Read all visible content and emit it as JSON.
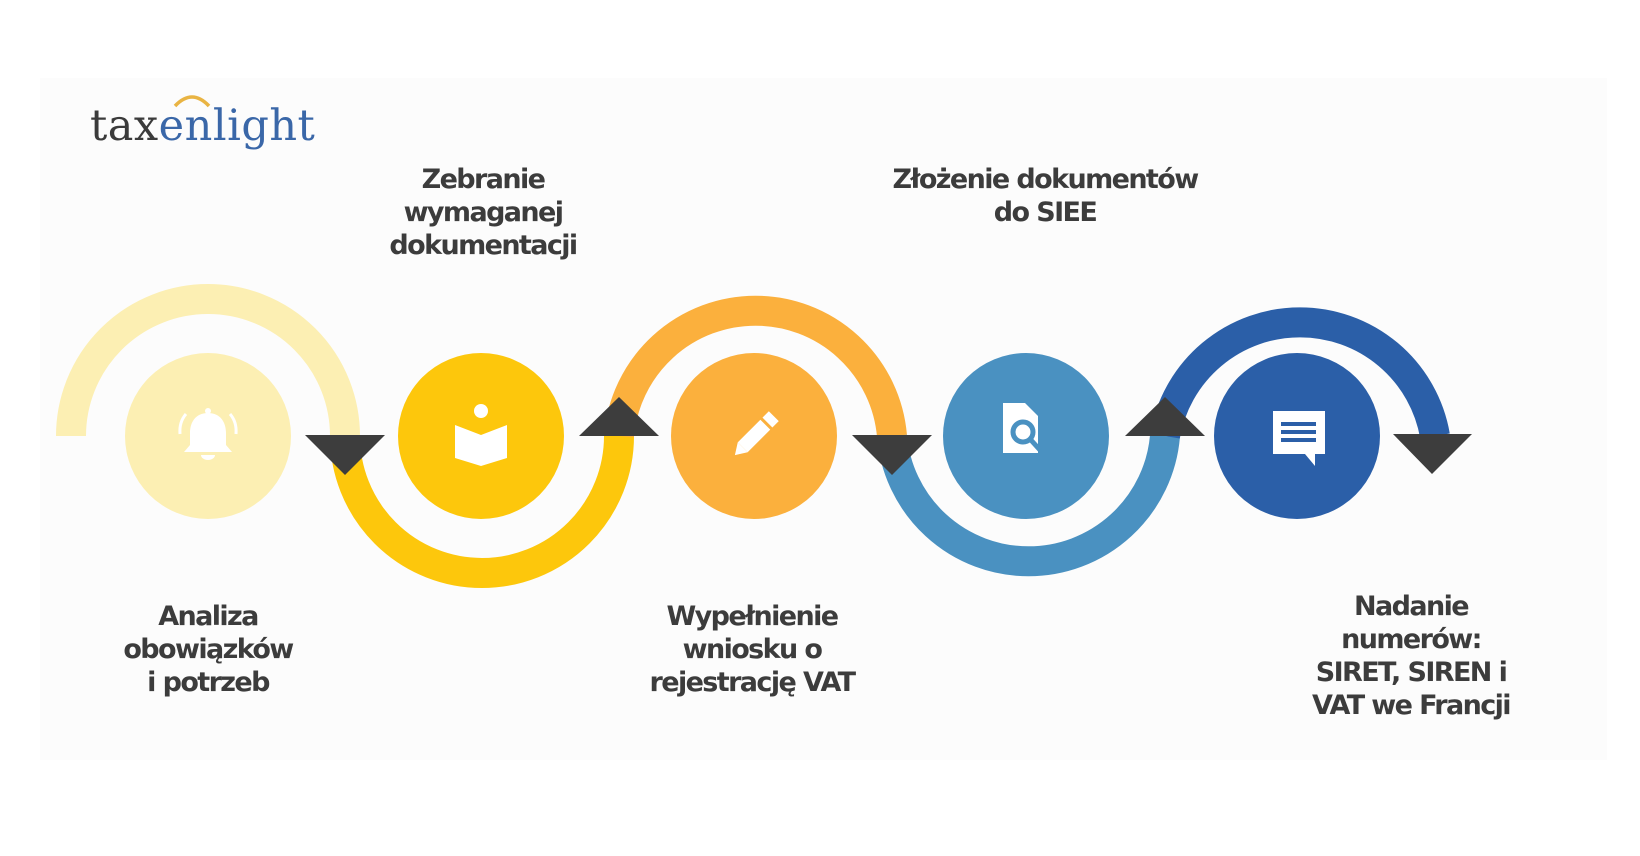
{
  "logo": {
    "part1": "tax",
    "part2": "enlight",
    "arc_color": "#e9b443"
  },
  "colors": {
    "step1": "#fcefb3",
    "step2": "#fdc70c",
    "step3": "#fbb03d",
    "step4": "#4a91c1",
    "step5": "#2b5fa8",
    "arrow": "#3d3d3d",
    "text": "#3c3c3c"
  },
  "steps": [
    {
      "label": "Analiza\nobowiązków\ni potrzeb",
      "icon": "bell-icon",
      "label_position": "below"
    },
    {
      "label": "Zebranie\nwymaganej\ndokumentacji",
      "icon": "book-reader-icon",
      "label_position": "above"
    },
    {
      "label": "Wypełnienie\nwniosku o\nrejestrację VAT",
      "icon": "pencil-icon",
      "label_position": "below"
    },
    {
      "label": "Złożenie dokumentów\ndo SIEE",
      "icon": "document-search-icon",
      "label_position": "above"
    },
    {
      "label": "Nadanie numerów:\nSIRET, SIREN i\nVAT we Francji",
      "icon": "message-icon",
      "label_position": "below"
    }
  ]
}
